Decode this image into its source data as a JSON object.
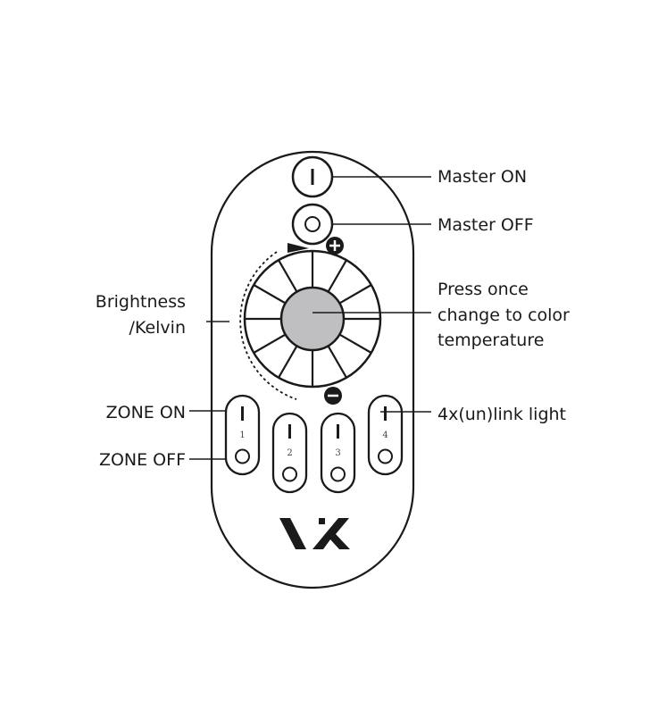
{
  "labels": {
    "master_on": "Master ON",
    "master_off": "Master OFF",
    "center_lines": [
      "Press once",
      "change to color",
      "temperature"
    ],
    "brightness_lines": [
      "Brightness",
      "/Kelvin"
    ],
    "zone_on": "ZONE ON",
    "zone_off": "ZONE OFF",
    "link": "4x(un)link light"
  },
  "zones": [
    "1",
    "2",
    "3",
    "4"
  ],
  "logo": "VX",
  "colors": {
    "line": "#1a1a1a",
    "center_button": "#bfbfc1"
  }
}
